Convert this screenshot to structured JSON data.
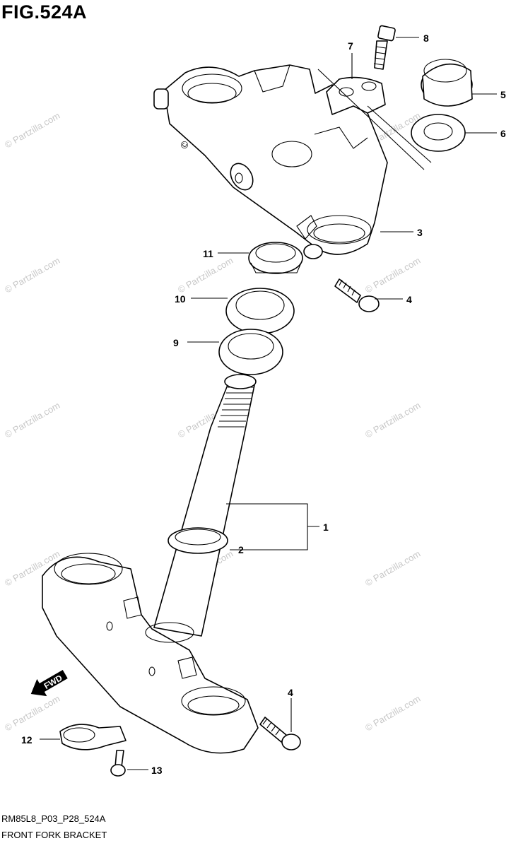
{
  "figure": {
    "title": "FIG.524A",
    "code": "RM85L8_P03_P28_524A",
    "name": "FRONT FORK BRACKET"
  },
  "watermark": {
    "text": "© Partzilla.com",
    "color": "#c8c8c8"
  },
  "callouts": [
    {
      "id": "1",
      "label": "1"
    },
    {
      "id": "2",
      "label": "2"
    },
    {
      "id": "3",
      "label": "3"
    },
    {
      "id": "4a",
      "label": "4"
    },
    {
      "id": "4b",
      "label": "4"
    },
    {
      "id": "5",
      "label": "5"
    },
    {
      "id": "6",
      "label": "6"
    },
    {
      "id": "7",
      "label": "7"
    },
    {
      "id": "8",
      "label": "8"
    },
    {
      "id": "9",
      "label": "9"
    },
    {
      "id": "10",
      "label": "10"
    },
    {
      "id": "11",
      "label": "11"
    },
    {
      "id": "12",
      "label": "12"
    },
    {
      "id": "13",
      "label": "13"
    }
  ],
  "direction_marker": {
    "label": "FWD"
  }
}
